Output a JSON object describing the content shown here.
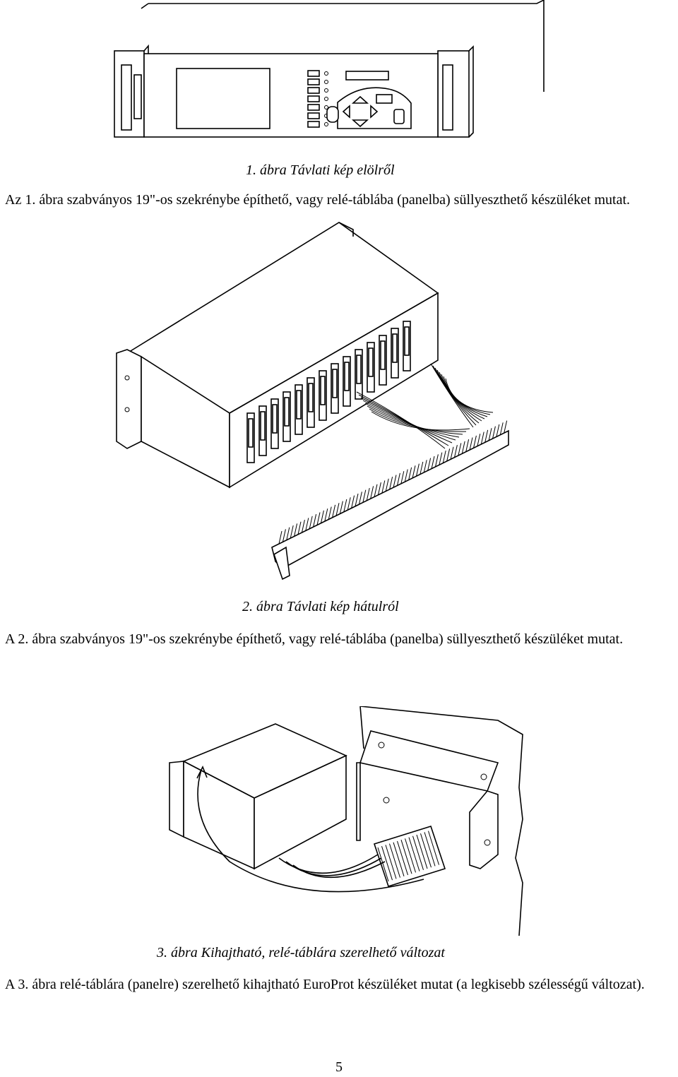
{
  "figures": [
    {
      "caption": "1. ábra Távlati kép elölről",
      "paragraph": "Az 1. ábra szabványos 19\"-os szekrénybe építhető, vagy relé-táblába (panelba) süllyeszthető készüléket mutat."
    },
    {
      "caption": "2. ábra Távlati kép hátulról",
      "paragraph": "A 2. ábra szabványos 19\"-os szekrénybe építhető, vagy relé-táblába (panelba) süllyeszthető készüléket mutat."
    },
    {
      "caption": "3. ábra Kihajtható, relé-táblára szerelhető változat",
      "paragraph": "A 3. ábra relé-táblára (panelre) szerelhető kihajtható EuroProt készüléket mutat (a legkisebb szélességű változat)."
    }
  ],
  "page_number": "5"
}
